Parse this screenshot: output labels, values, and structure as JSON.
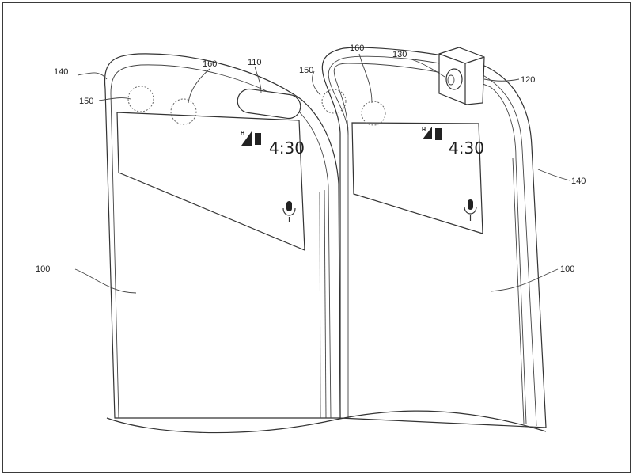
{
  "references": {
    "body_left": "100",
    "body_right": "100",
    "notch": "110",
    "popup_module": "120",
    "popup_camera": "130",
    "frame_left": "140",
    "frame_right": "140",
    "sensor_left_150": "150",
    "sensor_right_150": "150",
    "sensor_left_160": "160",
    "sensor_right_160": "160"
  },
  "status_bar": {
    "left_time": "4:30",
    "right_time": "4:30",
    "network_mark": "H"
  },
  "icons": {
    "mic": "microphone-icon",
    "signal": "signal-strength-icon",
    "battery": "battery-icon"
  }
}
